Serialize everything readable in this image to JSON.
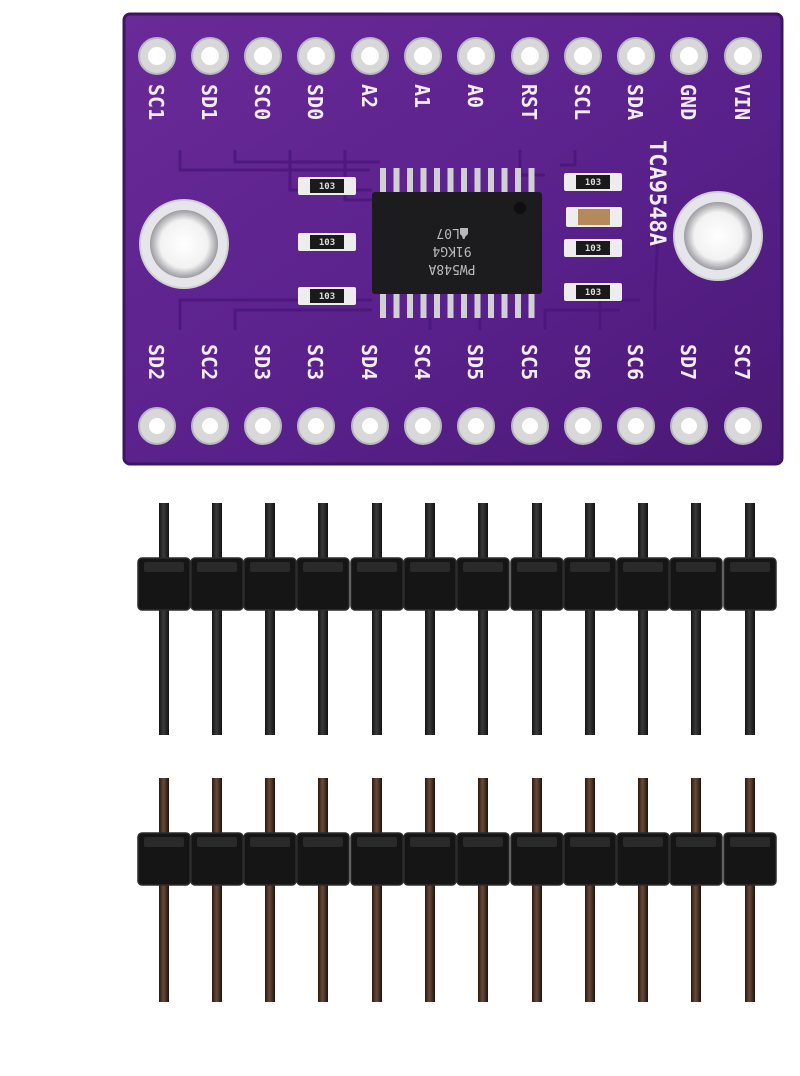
{
  "board": {
    "top_pins": [
      "SC1",
      "SD1",
      "SC0",
      "SD0",
      "A2",
      "A1",
      "A0",
      "RST",
      "SCL",
      "SDA",
      "GND",
      "VIN"
    ],
    "bottom_pins": [
      "SD2",
      "SC2",
      "SD3",
      "SC3",
      "SD4",
      "SC4",
      "SD5",
      "SC5",
      "SD6",
      "SC6",
      "SD7",
      "SC7"
    ],
    "chip_label": "TCA9548A",
    "ic_markings": [
      "PW548A",
      "91KG4",
      "AL07"
    ],
    "resistor_code": "103",
    "colors": {
      "pcb": "#5a1f86",
      "pcb_edge": "#3f1462",
      "silkscreen": "#f1ecf6",
      "pad": "#d8d8d8",
      "ic_body": "#1c1c1e",
      "header_plastic": "#111111",
      "header_pin": "#2a2a2a"
    }
  },
  "headers": {
    "count": 2,
    "pins_per_header": 12
  }
}
